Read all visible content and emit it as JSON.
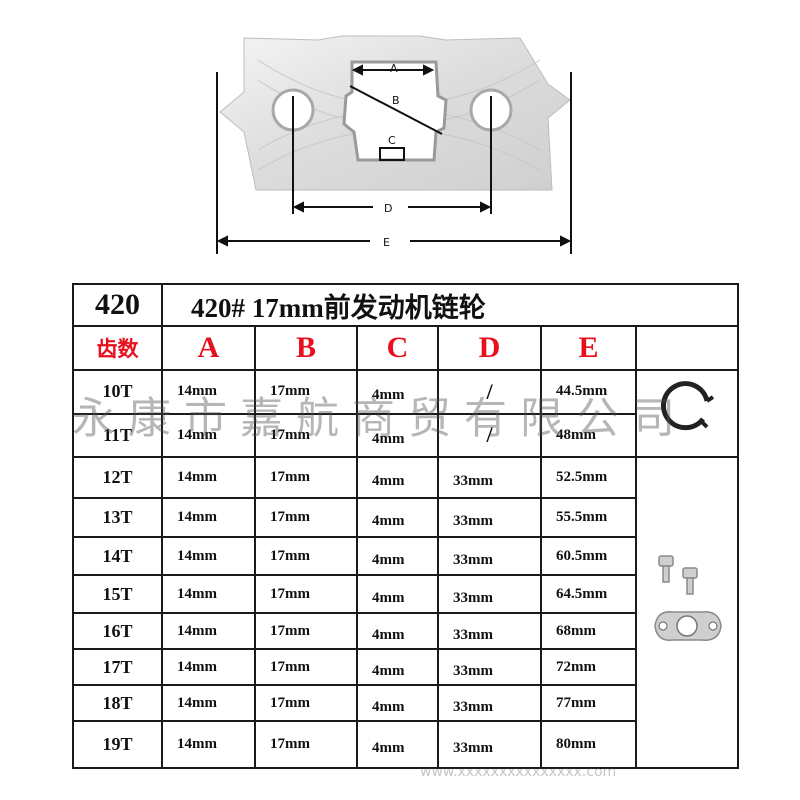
{
  "diagram": {
    "dimension_labels": {
      "a": "A",
      "b": "B",
      "c": "C",
      "d": "D",
      "e": "E"
    }
  },
  "table": {
    "model": "420",
    "title": "420# 17mm前发动机链轮",
    "headers": {
      "teeth": "齿数",
      "a": "A",
      "b": "B",
      "c": "C",
      "d": "D",
      "e": "E"
    },
    "rows": [
      {
        "teeth": "10T",
        "a": "14mm",
        "b": "17mm",
        "c": "4mm",
        "d": "/",
        "e": "44.5mm"
      },
      {
        "teeth": "11T",
        "a": "14mm",
        "b": "17mm",
        "c": "4mm",
        "d": "/",
        "e": "48mm"
      },
      {
        "teeth": "12T",
        "a": "14mm",
        "b": "17mm",
        "c": "4mm",
        "d": "33mm",
        "e": "52.5mm"
      },
      {
        "teeth": "13T",
        "a": "14mm",
        "b": "17mm",
        "c": "4mm",
        "d": "33mm",
        "e": "55.5mm"
      },
      {
        "teeth": "14T",
        "a": "14mm",
        "b": "17mm",
        "c": "4mm",
        "d": "33mm",
        "e": "60.5mm"
      },
      {
        "teeth": "15T",
        "a": "14mm",
        "b": "17mm",
        "c": "4mm",
        "d": "33mm",
        "e": "64.5mm"
      },
      {
        "teeth": "16T",
        "a": "14mm",
        "b": "17mm",
        "c": "4mm",
        "d": "33mm",
        "e": "68mm"
      },
      {
        "teeth": "17T",
        "a": "14mm",
        "b": "17mm",
        "c": "4mm",
        "d": "33mm",
        "e": "72mm"
      },
      {
        "teeth": "18T",
        "a": "14mm",
        "b": "17mm",
        "c": "4mm",
        "d": "33mm",
        "e": "77mm"
      },
      {
        "teeth": "19T",
        "a": "14mm",
        "b": "17mm",
        "c": "4mm",
        "d": "33mm",
        "e": "80mm"
      }
    ]
  },
  "watermark": "永康市嘉航商贸有限公司",
  "watermark_url": "www.xxxxxxxxxxxxxxx.com",
  "colors": {
    "header_red": "#e8101e",
    "border": "#1a1a1a"
  }
}
